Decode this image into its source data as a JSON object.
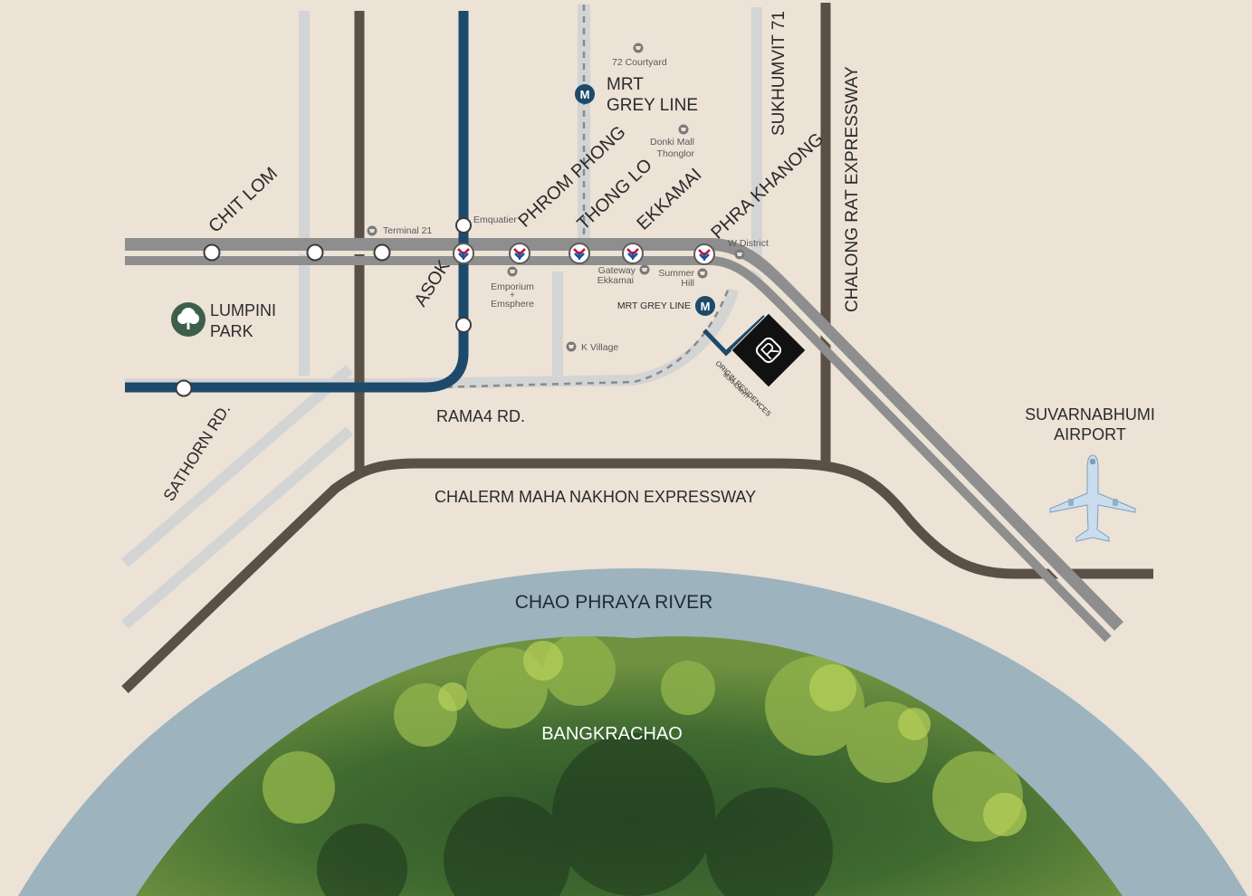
{
  "colors": {
    "background": "#ece2d6",
    "light_road": "#d3d4d4",
    "expressway": "#5b5048",
    "bts_line": "#8e8e8e",
    "mrt_blue": "#1d4a6a",
    "river": "#9db3bd",
    "park_green": "#3c5f4a",
    "text": "#2b2b2b"
  },
  "stations": {
    "chit_lom": "CHIT LOM",
    "asok": "ASOK",
    "phrom_phong": "PHROM PHONG",
    "thong_lo": "THONG LO",
    "ekkamai": "EKKAMAI",
    "phra_khanong": "PHRA KHANONG"
  },
  "roads": {
    "sukhumvit_71": "SUKHUMVIT 71",
    "chalong_rat": "CHALONG RAT EXPRESSWAY",
    "rama4": "RAMA4 RD.",
    "sathorn": "SATHORN RD.",
    "chalerm": "CHALERM MAHA NAKHON EXPRESSWAY"
  },
  "mrt": {
    "top_line1": "MRT",
    "top_line2": "GREY LINE",
    "small_label": "MRT GREY LINE",
    "symbol": "M"
  },
  "landmarks": {
    "courtyard": "72 Courtyard",
    "donki_line1": "Donki Mall",
    "donki_line2": "Thonglor",
    "terminal21": "Terminal 21",
    "emquatier": "Emquatier",
    "emporium_line1": "Emporium",
    "emporium_plus": "+",
    "emporium_line2": "Emsphere",
    "gateway_line1": "Gateway",
    "gateway_line2": "Ekkamai",
    "summer_line1": "Summer",
    "summer_line2": "Hill",
    "w_district": "W District",
    "k_village": "K Village"
  },
  "park": {
    "line1": "LUMPINI",
    "line2": "PARK"
  },
  "airport": {
    "line1": "SUVARNABHUMI",
    "line2": "AIRPORT"
  },
  "river": "CHAO PHRAYA RIVER",
  "island": "BANGKRACHAO",
  "project": {
    "line1": "ORIGIN RESIDENCES",
    "line2": "SUKHUMVIT"
  },
  "icons": {
    "shop": "shopping-cart-icon",
    "bts": "bts-station-icon",
    "mrt": "mrt-station-icon",
    "park": "tree-icon",
    "airport": "airplane-icon",
    "project_logo": "origin-logo-icon"
  }
}
